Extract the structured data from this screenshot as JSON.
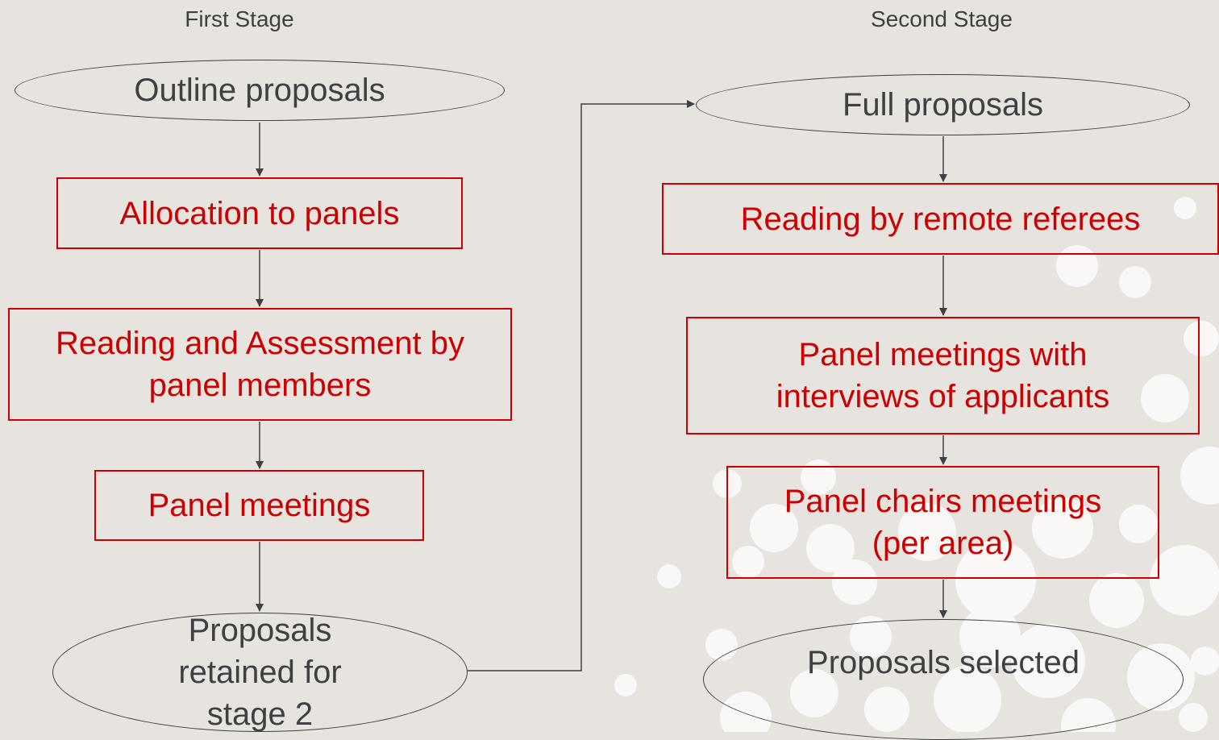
{
  "stages": {
    "first": "First Stage",
    "second": "Second Stage"
  },
  "stage1": {
    "start": "Outline proposals",
    "step1": "Allocation to panels",
    "step2": "Reading and Assessment by panel members",
    "step3": "Panel meetings",
    "end": "Proposals retained for stage 2"
  },
  "stage2": {
    "start": "Full proposals",
    "step1": "Reading by remote referees",
    "step2": "Panel meetings with interviews of applicants",
    "step3": "Panel chairs meetings (per area)",
    "end": "Proposals selected"
  },
  "colors": {
    "background": "#e7e3df",
    "box_text": "#cc0000",
    "box_border": "#cc0000",
    "oval_text": "#404040",
    "connector": "#404040",
    "decor_circles": "#ffffff"
  }
}
